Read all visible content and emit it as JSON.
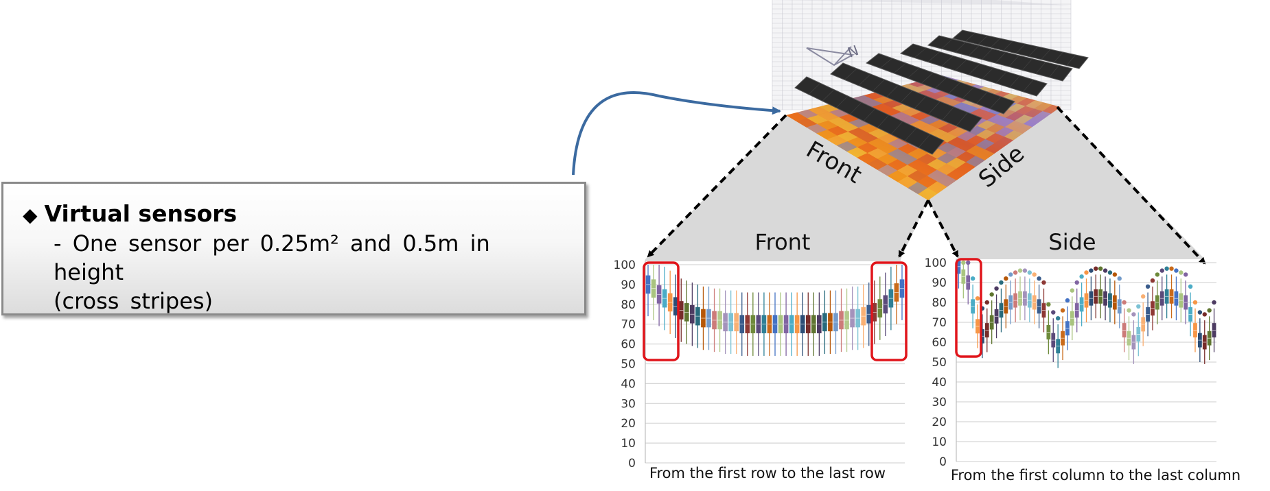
{
  "note": {
    "bullet": "◆",
    "title": "Virtual sensors",
    "line1": "- One sensor per 0.25m² and 0.5m in height",
    "line2": "(cross stripes)"
  },
  "diagram": {
    "front_tilted_label": "Front",
    "side_tilted_label": "Side",
    "north_label": "N"
  },
  "colors": {
    "funnel_fill": "#d9d9d9",
    "arrow_blue": "#3b6aa0",
    "highlight_red": "#e0151b",
    "panel_dark": "#2b2b2b",
    "heat_hot": "#e04a10",
    "heat_cool": "#7f7fc8"
  },
  "chart_data": [
    {
      "type": "box",
      "title": "Front",
      "xlabel": "From the first row to the last row",
      "ylabel": "",
      "ylim": [
        0,
        100
      ],
      "yticks": [
        0,
        10,
        20,
        30,
        40,
        50,
        60,
        70,
        80,
        90,
        100
      ],
      "medians": [
        90,
        88,
        85,
        83,
        81,
        79,
        77,
        76,
        75,
        74,
        73,
        73,
        72,
        72,
        71,
        71,
        71,
        70,
        70,
        70,
        70,
        70,
        70,
        70,
        70,
        70,
        70,
        70,
        70,
        70,
        70,
        70,
        71,
        71,
        71,
        72,
        72,
        73,
        73,
        74,
        75,
        76,
        78,
        80,
        83,
        86,
        88
      ],
      "highlighted_groups": [
        "first",
        "last"
      ]
    },
    {
      "type": "box",
      "title": "Side",
      "xlabel": "From the first column to the last column",
      "ylabel": "",
      "ylim": [
        0,
        100
      ],
      "yticks": [
        0,
        10,
        20,
        30,
        40,
        50,
        60,
        70,
        80,
        90,
        100
      ],
      "medians": [
        98,
        93,
        90,
        78,
        68,
        63,
        66,
        70,
        73,
        76,
        78,
        80,
        81,
        82,
        82,
        81,
        80,
        78,
        76,
        65,
        61,
        58,
        62,
        67,
        72,
        76,
        79,
        81,
        82,
        83,
        83,
        82,
        81,
        80,
        78,
        66,
        62,
        60,
        64,
        69,
        74,
        77,
        80,
        82,
        83,
        83,
        82,
        81,
        80,
        74,
        66,
        61,
        60,
        62,
        66
      ],
      "highlighted_groups": [
        "first"
      ]
    }
  ]
}
